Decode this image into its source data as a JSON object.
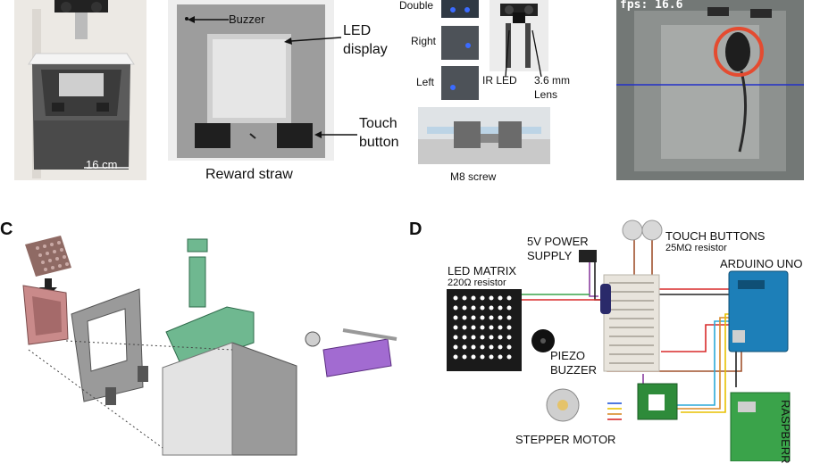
{
  "panel_c": {
    "letter": "C"
  },
  "panel_d": {
    "letter": "D"
  },
  "photo1": {
    "scale_label": "16 cm"
  },
  "photo2": {
    "buzzer": "Buzzer",
    "led_display": [
      "LED",
      "display"
    ],
    "touch_button": [
      "Touch",
      "button"
    ],
    "reward_straw": "Reward straw"
  },
  "photo3": {
    "double": "Double",
    "right": "Right",
    "left": "Left",
    "ir_led": "IR LED",
    "lens": [
      "3.6 mm",
      "Lens"
    ],
    "m8_screw": "M8 screw"
  },
  "photo4": {
    "fps": "fps: 16.6"
  },
  "schematic": {
    "power_supply": [
      "5V POWER",
      "SUPPLY"
    ],
    "touch_buttons": "TOUCH BUTTONS",
    "touch_resistor": "25MΩ resistor",
    "arduino": "ARDUINO UNO",
    "led_matrix": "LED MATRIX",
    "led_resistor": "220Ω resistor",
    "piezo": [
      "PIEZO",
      "BUZZER"
    ],
    "stepper": "STEPPER MOTOR",
    "raspberry": "RASPBERR"
  },
  "colors": {
    "breadboard": "#e8e4dc",
    "arduino": "#1d7fb8",
    "raspberry": "#3aa34a",
    "grey_part": "#9a9a9a",
    "green_part": "#6fb890",
    "pink_part": "#c98a8a",
    "purple_part": "#a26bd1"
  }
}
